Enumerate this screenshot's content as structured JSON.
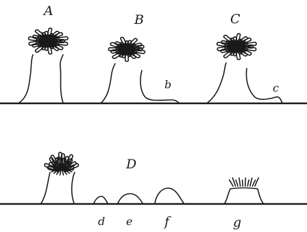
{
  "figure": {
    "top_row": {
      "labels": {
        "A": "A",
        "B": "B",
        "C": "C",
        "b": "b",
        "c": "c"
      }
    },
    "bottom_row": {
      "labels": {
        "D": "D",
        "d": "d",
        "e": "e",
        "f": "f",
        "g": "g"
      }
    }
  }
}
